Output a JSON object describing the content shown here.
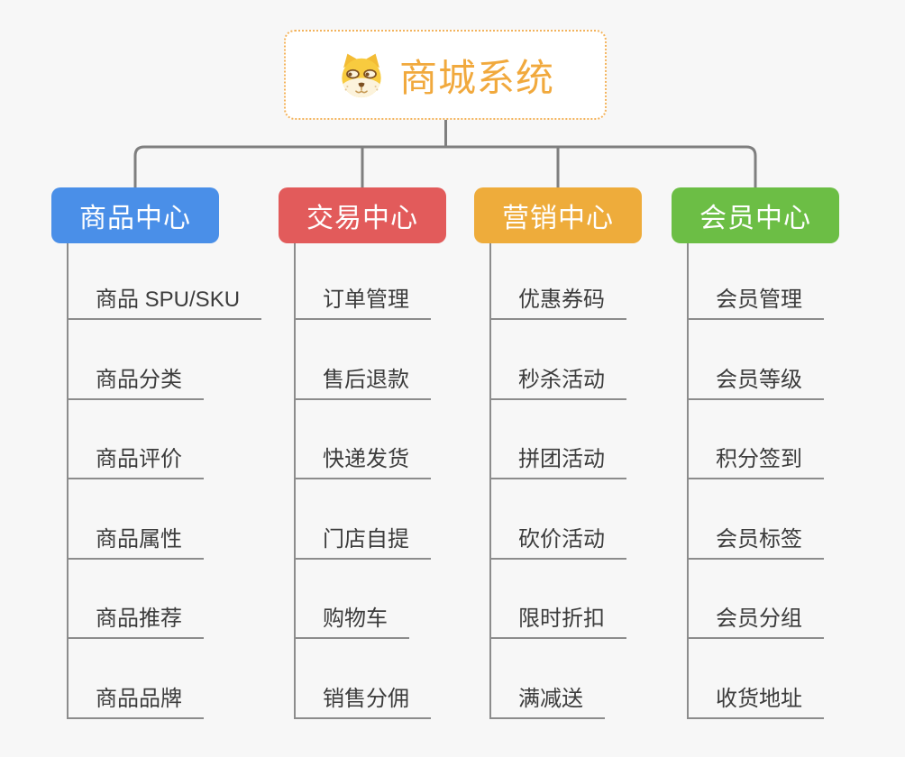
{
  "root": {
    "title": "商城系统",
    "icon": "shiba-dog-icon",
    "title_color": "#F1A93D",
    "border_color": "#F3B35C"
  },
  "branches": [
    {
      "label": "商品中心",
      "color": "#4A8FE8",
      "children": [
        "商品 SPU/SKU",
        "商品分类",
        "商品评价",
        "商品属性",
        "商品推荐",
        "商品品牌"
      ]
    },
    {
      "label": "交易中心",
      "color": "#E25B5B",
      "children": [
        "订单管理",
        "售后退款",
        "快递发货",
        "门店自提",
        "购物车",
        "销售分佣"
      ]
    },
    {
      "label": "营销中心",
      "color": "#EEAC3B",
      "children": [
        "优惠券码",
        "秒杀活动",
        "拼团活动",
        "砍价活动",
        "限时折扣",
        "满减送"
      ]
    },
    {
      "label": "会员中心",
      "color": "#6CBE45",
      "children": [
        "会员管理",
        "会员等级",
        "积分签到",
        "会员标签",
        "会员分组",
        "收货地址"
      ]
    }
  ],
  "colors": {
    "background": "#F7F7F7",
    "connector": "#7F7F7F",
    "leaf_line": "#8C8C8C",
    "leaf_text": "#3C3C3C",
    "node_text": "#FFFFFF"
  }
}
